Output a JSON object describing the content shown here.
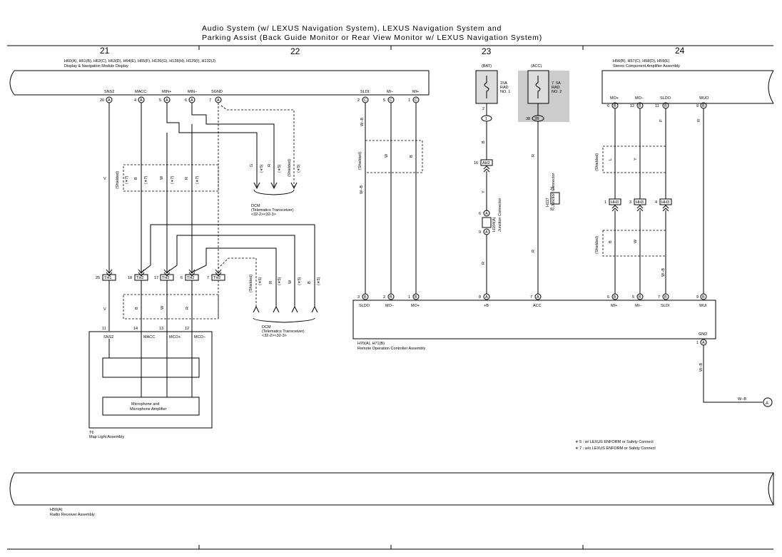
{
  "title": {
    "line1": "Audio System (w/ LEXUS Navigation System),  LEXUS Navigation System and",
    "line2": "Parking Assist (Back Guide Monitor or Rear View Monitor w/ LEXUS Navigation System)"
  },
  "columns": [
    "21",
    "22",
    "23",
    "24"
  ],
  "display_module": {
    "codes": "H60(A), H61(B), H62(C), H63(D), H64(E), H65(F), H126(G), H128(H), H129(I), H132(J)",
    "name": "Display & Navigation Module Display",
    "pins": [
      {
        "name": "SNS2",
        "num": "20",
        "conn": "A"
      },
      {
        "name": "MACC",
        "num": "4",
        "conn": "A"
      },
      {
        "name": "MIN+",
        "num": "5",
        "conn": "A"
      },
      {
        "name": "MIN−",
        "num": "6",
        "conn": "A"
      },
      {
        "name": "SGND",
        "num": "7",
        "conn": "A"
      },
      {
        "name": "SLDI",
        "num": "2",
        "conn": "C"
      },
      {
        "name": "MI−",
        "num": "5",
        "conn": "C"
      },
      {
        "name": "MI+",
        "num": "1",
        "conn": "C"
      }
    ]
  },
  "stereo_amp": {
    "codes": "H56(B), H57(C), H58(D), H59(E)",
    "name": "Stereo Component Amplifier Assembly",
    "pins": [
      {
        "name": "MO+",
        "num": "6",
        "conn": "B"
      },
      {
        "name": "MO−",
        "num": "12",
        "conn": "B"
      },
      {
        "name": "SLDO",
        "num": "11",
        "conn": "B"
      },
      {
        "name": "WUO",
        "num": "9",
        "conn": "B"
      }
    ]
  },
  "fuses": [
    {
      "source": "(BAT)",
      "label": "15A\nRAD\nNO. 1",
      "l1": "15A",
      "l2": "RAD",
      "l3": "NO. 1"
    },
    {
      "source": "(ACC)",
      "l1": "7. 5A",
      "l2": "RAD",
      "l3": "NO. 2"
    }
  ],
  "wire_colors": {
    "sns2": "V",
    "macc": "B",
    "minp": "W",
    "minm": "R",
    "sldi": "W−B",
    "mi_m": "W",
    "mi_p": "B",
    "dcm_g": "G",
    "dcm_r": "R",
    "bat": "B",
    "bat2": "Y",
    "bat3": "R",
    "acc": "R",
    "amp_mo_p": "L",
    "amp_mo_m": "Y",
    "amp_sldo": "P",
    "amp_wuo": "R",
    "amp_mo_p2": "B",
    "amp_mo_m2": "W",
    "amp_sldo2": "W−B",
    "gnd": "W−B",
    "gnd2": "W−B"
  },
  "marks": {
    "m5": "(∗5)",
    "m7": "(∗7)",
    "shielded": "(Shielded)"
  },
  "connectors": {
    "ah2": {
      "pin": "16",
      "id": "AH2"
    },
    "j1": {
      "pin": "2",
      "id": "1"
    },
    "j2": {
      "pin": "38",
      "id": "2B"
    },
    "h104": {
      "pin_top": "6",
      "pin_bot": "9",
      "id": "H104(A)",
      "name": "Junction Connector"
    },
    "h117": {
      "pin_top": "31",
      "pin_bot": "92",
      "id": "H117",
      "name": "Junction Connector"
    },
    "hh3": [
      {
        "pin": "1",
        "id": "HH3"
      },
      {
        "pin": "3",
        "id": "HH3"
      },
      {
        "pin": "4",
        "id": "HH3"
      }
    ],
    "th": [
      {
        "pin": "25",
        "id": "TH1"
      },
      {
        "pin": "18",
        "id": "TH2"
      },
      {
        "pin": "17",
        "id": "TH2"
      },
      {
        "pin": "6",
        "id": "TH2"
      },
      {
        "pin": "7",
        "id": "TH2"
      }
    ]
  },
  "dcm": {
    "l1": "DCM",
    "l2": "(Telematics Transceiver)",
    "l3": "<32-2><32-3>"
  },
  "map_light": {
    "code": "T6",
    "name": "Map Light Assembly",
    "pins": [
      {
        "num": "11",
        "name": "SNS2"
      },
      {
        "num": "14",
        "name": "MACC"
      },
      {
        "num": "13",
        "name": "MCO+"
      },
      {
        "num": "12",
        "name": "MCO−"
      }
    ],
    "amp": "Microphone and\nMicrophone Amplifier",
    "amp1": "Microphone and",
    "amp2": "Microphone Amplifier"
  },
  "roc": {
    "codes": "H70(A), H71(B)",
    "name": "Remote Operation Controller Assembly",
    "pins": [
      {
        "num": "3",
        "conn": "B",
        "name": "SLDO"
      },
      {
        "num": "2",
        "conn": "B",
        "name": "MO−"
      },
      {
        "num": "1",
        "conn": "B",
        "name": "MO+"
      },
      {
        "num": "8",
        "conn": "A",
        "name": "+B"
      },
      {
        "num": "7",
        "conn": "A",
        "name": "ACC"
      },
      {
        "num": "6",
        "conn": "B",
        "name": "MI+"
      },
      {
        "num": "5",
        "conn": "B",
        "name": "MI−"
      },
      {
        "num": "7",
        "conn": "B",
        "name": "SLDI"
      },
      {
        "num": "9",
        "conn": "B",
        "name": "WUI"
      }
    ],
    "gnd": {
      "name": "GND",
      "num": "1",
      "conn": "A"
    }
  },
  "ground_conn": "A",
  "notes": [
    "∗ 5 : w/ LEXUS ENFORM or Safety Connect",
    "∗ 7 : w/o LEXUS ENFORM or Safety Connect"
  ],
  "radio": {
    "code": "H50(A)",
    "name": "Radio Receiver Assembly"
  }
}
